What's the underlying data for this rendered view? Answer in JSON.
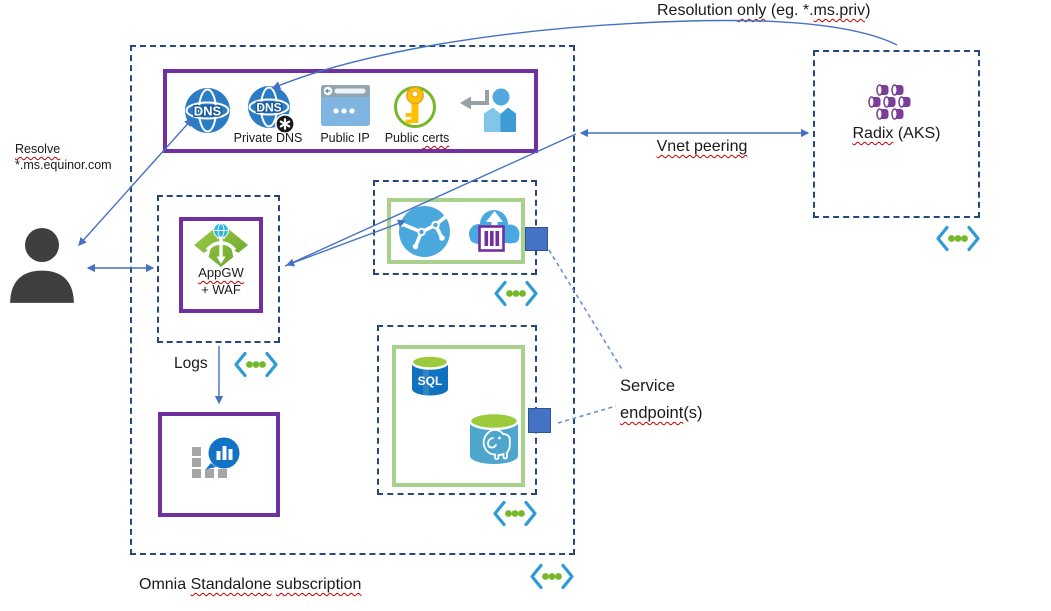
{
  "labels": {
    "resolution_pre": "Resolution ",
    "resolution_sq1": "only",
    "resolution_mid": " (eg. *.",
    "resolution_sq2": "ms.priv",
    "resolution_post": ")",
    "resolve_line1": "Resolve",
    "resolve_line2": "*.ms.equinor.com",
    "vnet_peering": "Vnet peering",
    "logs": "Logs",
    "service_line1": "Service",
    "service_sq": "endpoint",
    "service_post": "(s)",
    "omnia_pre": "Omnia ",
    "omnia_sq1": "Standalone",
    "omnia_mid": " ",
    "omnia_sq2": "subscription",
    "private_dns": "Private DNS",
    "public_ip": "Public IP",
    "public_certs_pre": "Public ",
    "public_certs_sq": "certs",
    "appgw_sq": "AppGW",
    "appgw_line2": "+ WAF",
    "radix_sq": "Radix",
    "radix_post": " (AKS)"
  },
  "icon_text": {
    "dns": "DNS",
    "private_dns": "DNS",
    "sql": "SQL"
  },
  "icons": [
    "dns-icon",
    "private-dns-icon",
    "public-ip-icon",
    "public-certs-icon",
    "user-signin-icon",
    "user-icon",
    "app-gateway-icon",
    "log-analytics-icon",
    "network-globe-icon",
    "cloud-container-icon",
    "sql-database-icon",
    "postgresql-icon",
    "radix-aks-icon",
    "vnet-icon",
    "service-endpoint-square"
  ],
  "colors": {
    "dashed_border": "#24477E",
    "purple_border": "#7030A0",
    "green_border": "#A9D18E",
    "connector_blue": "#4472C4",
    "endpoint_dashed_line": "#6B8FD4",
    "endpoint_square": "#4472C4",
    "vnet_chevron": "#2E9BD6",
    "vnet_dot": "#76B82A",
    "squiggle_red": "#C00000",
    "text": "#000000"
  }
}
